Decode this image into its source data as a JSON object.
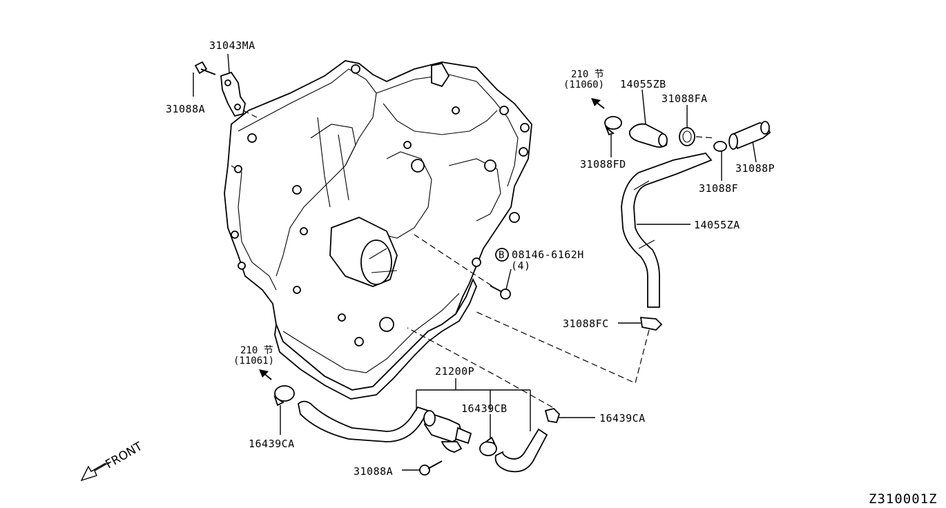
{
  "diagram": {
    "id": "Z310001Z",
    "front_label": "FRONT",
    "part_labels": {
      "p31043MA": "31043MA",
      "p31088A_top": "31088A",
      "p14055ZB": "14055ZB",
      "p31088FA": "31088FA",
      "p31088FD": "31088FD",
      "p31088P": "31088P",
      "p31088F": "31088F",
      "p14055ZA": "14055ZA",
      "p08146": "08146-6162H",
      "p08146_qty": "(4)",
      "p31088FC": "31088FC",
      "p21200P": "21200P",
      "p16439CB": "16439CB",
      "p16439CA_right": "16439CA",
      "p16439CA_left": "16439CA",
      "p31088A_bottom": "31088A"
    },
    "bolt_badge": "B",
    "section_refs": [
      {
        "line1": "210 节",
        "line2": "(11060)"
      },
      {
        "line1": "210 节",
        "line2": "(11061)"
      }
    ]
  }
}
